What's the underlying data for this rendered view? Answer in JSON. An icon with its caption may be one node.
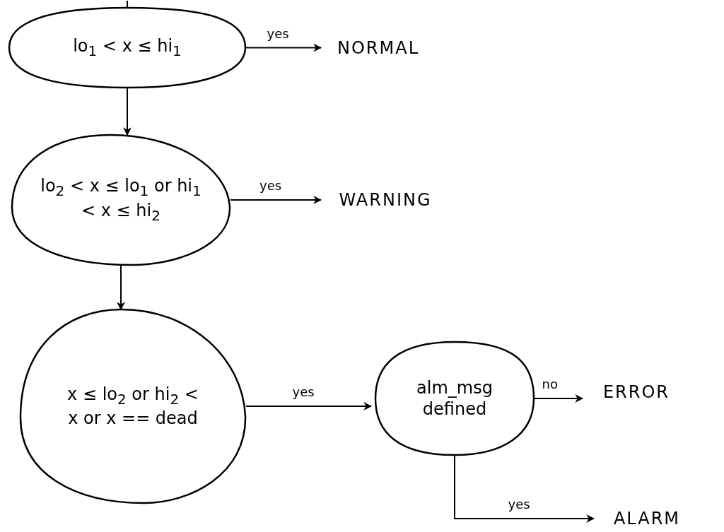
{
  "diagram": {
    "nodes": [
      {
        "text": [
          "lo$_{1}$ < x ≤ hi$_{1}$"
        ]
      },
      {
        "text": [
          "NORMAL"
        ]
      },
      {
        "text": [
          "lo$_{2}$ < x ≤ lo$_{1}$ or hi$_{1}$ < x ≤ hi$_{2}$"
        ]
      },
      {
        "text": [
          "WARNING"
        ]
      },
      {
        "text": [
          "x ≤ lo$_{2}$ or hi$_{2}$ < x or x == dead"
        ]
      },
      {
        "text": [
          "alm_msg defined"
        ]
      },
      {
        "text": [
          "ERROR"
        ]
      },
      {
        "text": [
          "ALARM"
        ]
      }
    ],
    "edges": [
      {
        "from": null,
        "to": 0,
        "arrow": "none"
      },
      {
        "from": 0,
        "to": 1,
        "arrow": "to",
        "label": "yes"
      },
      {
        "from": 0,
        "to": 2,
        "arrow": "to"
      },
      {
        "from": 2,
        "to": 3,
        "arrow": "to",
        "label": "yes"
      },
      {
        "from": 2,
        "to": 4,
        "arrow": "to"
      },
      {
        "from": 4,
        "to": 5,
        "arrow": "to",
        "label": "yes"
      },
      {
        "from": 5,
        "to": 6,
        "arrow": "to",
        "label": "no"
      },
      {
        "from": 5,
        "to": 7,
        "arrow": "to",
        "label": "yes"
      }
    ]
  }
}
